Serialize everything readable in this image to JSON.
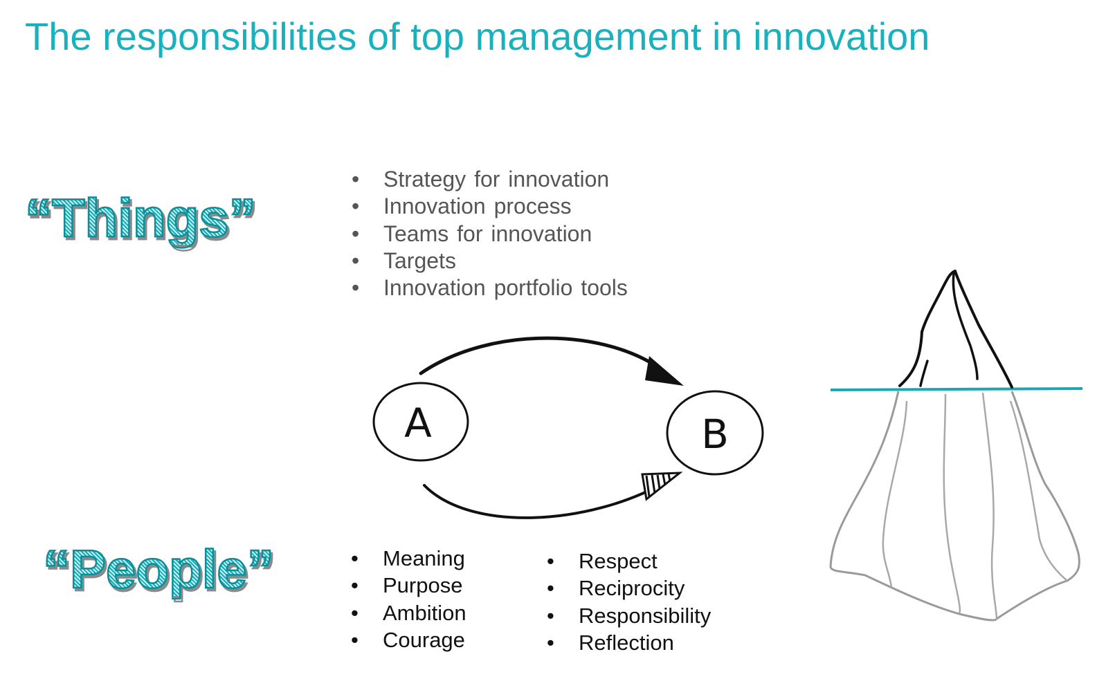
{
  "title": "The responsibilities of top management in innovation",
  "things": {
    "label": "“Things”",
    "items": [
      "Strategy for innovation",
      "Innovation process",
      "Teams for innovation",
      "Targets",
      "Innovation portfolio tools"
    ]
  },
  "people": {
    "label": "“People”",
    "items_left": [
      "Meaning",
      "Purpose",
      "Ambition",
      "Courage"
    ],
    "items_right": [
      "Respect",
      "Reciprocity",
      "Responsibility",
      "Reflection"
    ]
  },
  "diagram": {
    "node_a": "A",
    "node_b": "B"
  },
  "colors": {
    "accent": "#18b1bd",
    "waterline": "#1aa7b5",
    "body_text": "#555555",
    "sketch": "#111111"
  }
}
